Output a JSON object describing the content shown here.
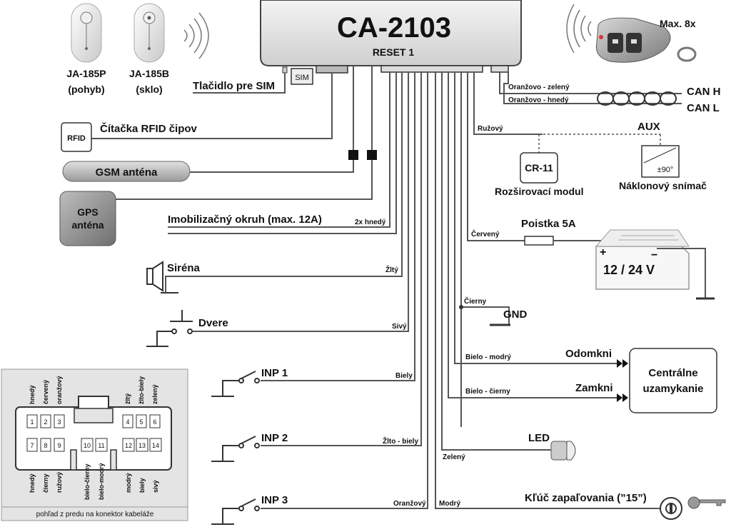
{
  "unit": {
    "name": "CA-2103",
    "reset": "RESET 1",
    "sim": "SIM"
  },
  "detectors": [
    {
      "model": "JA-185P",
      "type": "(pohyb)"
    },
    {
      "model": "JA-185B",
      "type": "(sklo)"
    }
  ],
  "remote": {
    "label": "Max. 8x"
  },
  "sim_button": "Tlačidlo pre SIM",
  "rfid": {
    "box": "RFID",
    "label": "Čítačka RFID čipov"
  },
  "gsm": "GSM anténa",
  "gps": {
    "line1": "GPS",
    "line2": "anténa"
  },
  "immobilizer": {
    "label": "Imobilizačný okruh (max. 12A)",
    "wire": "2x hnedý"
  },
  "siren": {
    "label": "Siréna",
    "wire": "Žltý"
  },
  "door": {
    "label": "Dvere",
    "wire": "Sivý"
  },
  "inputs": [
    {
      "label": "INP 1",
      "wire": "Biely"
    },
    {
      "label": "INP 2",
      "wire": "Žlto - biely"
    },
    {
      "label": "INP 3",
      "wire": "Oranžový"
    }
  ],
  "can": {
    "wire_h": "Oranžovo - zelený",
    "wire_l": "Oranžovo - hnedý",
    "h": "CAN H",
    "l": "CAN L"
  },
  "aux": {
    "label": "AUX",
    "wire": "Ružový",
    "module_box": "CR-11",
    "module_label": "Rozširovací modul",
    "tilt_box": "±90°",
    "tilt_label": "Náklonový snímač"
  },
  "power": {
    "wire": "Červený",
    "fuse": "Poistka 5A",
    "battery": "12 / 24 V",
    "plus": "+",
    "minus": "−"
  },
  "gnd": {
    "wire": "Čierny",
    "label": "GND"
  },
  "locking": {
    "unlock": "Odomkni",
    "lock": "Zamkni",
    "unlock_wire": "Bielo - modrý",
    "lock_wire": "Bielo - čierny",
    "box_line1": "Centrálne",
    "box_line2": "uzamykanie"
  },
  "led": {
    "label": "LED",
    "wire": "Zelený"
  },
  "ignition": {
    "label": "Kľúč zapaľovania (”15”)",
    "wire": "Modrý"
  },
  "connector": {
    "top_labels": [
      "hnedý",
      "červený",
      "oranžový",
      "žltý",
      "žlto-biely",
      "zelený"
    ],
    "top_pins": [
      "1",
      "2",
      "3",
      "4",
      "5",
      "6"
    ],
    "bottom_pins": [
      "7",
      "8",
      "9",
      "10",
      "11",
      "12",
      "13",
      "14"
    ],
    "bottom_labels": [
      "hnedý",
      "čierny",
      "ružový",
      "bielo-čierny",
      "bielo-modrý",
      "modrý",
      "biely",
      "sivý"
    ],
    "caption": "pohľad z predu na konektor kabeláže"
  }
}
